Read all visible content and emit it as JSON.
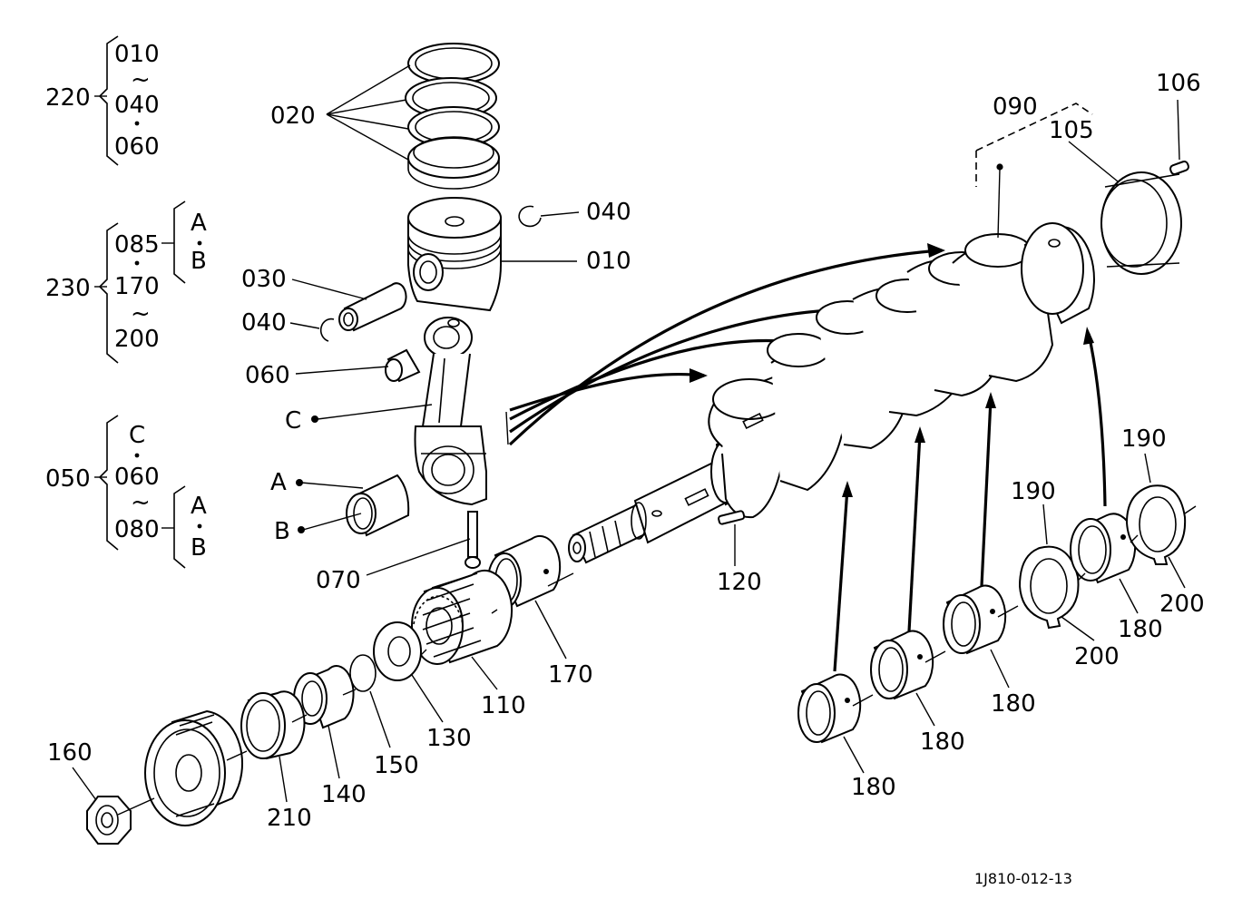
{
  "figure_code": "1J810-012-13",
  "callouts": {
    "l010a": "010",
    "l040a": "040",
    "l060a": "060",
    "l220": "220",
    "l085": "085",
    "lA1": "A",
    "lB1": "B",
    "l170a": "170",
    "l200a": "200",
    "l230": "230",
    "lC1": "C",
    "l060b": "060",
    "l080": "080",
    "lA2": "A",
    "lB2": "B",
    "l050": "050",
    "tilde": "~",
    "p020": "020",
    "p040a": "040",
    "p010": "010",
    "p030": "030",
    "p040b": "040",
    "p060": "060",
    "pC": "C",
    "pA": "A",
    "pB": "B",
    "p070": "070",
    "p090": "090",
    "p105": "105",
    "p106": "106",
    "p120": "120",
    "p170": "170",
    "p110": "110",
    "p130": "130",
    "p150": "150",
    "p140": "140",
    "p210": "210",
    "p160": "160",
    "p180a": "180",
    "p180b": "180",
    "p180c": "180",
    "p180d": "180",
    "p190a": "190",
    "p190b": "190",
    "p200a": "200",
    "p200b": "200"
  }
}
